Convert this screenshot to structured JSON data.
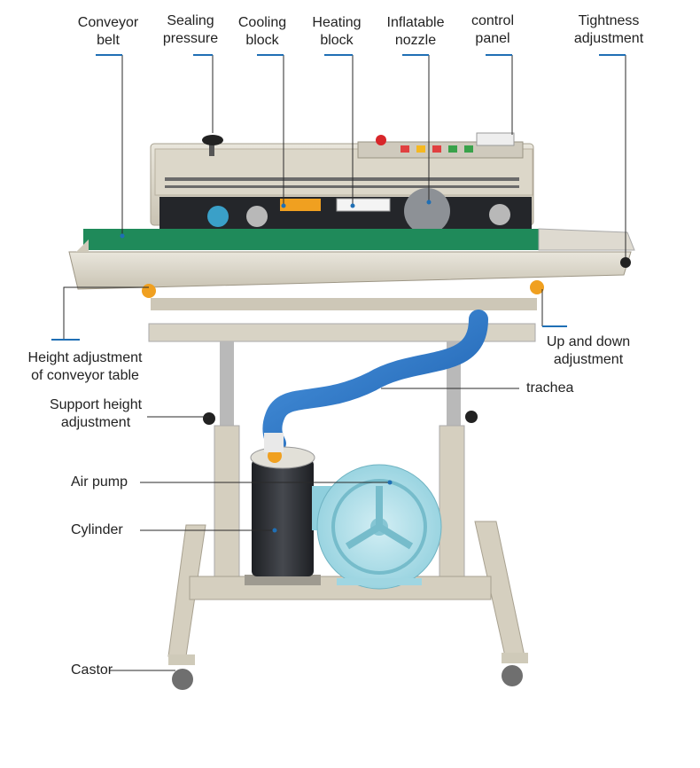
{
  "labels": {
    "conveyor_belt": [
      "Conveyor",
      "belt"
    ],
    "sealing_pressure": [
      "Sealing",
      "pressure"
    ],
    "cooling_block": [
      "Cooling",
      "block"
    ],
    "heating_block": [
      "Heating",
      "block"
    ],
    "inflatable_nozzle": [
      "Inflatable",
      "nozzle"
    ],
    "control_panel": [
      "control",
      "panel"
    ],
    "tightness_adjustment": [
      "Tightness",
      "adjustment"
    ],
    "height_adjustment_table": [
      "Height adjustment",
      "of conveyor table"
    ],
    "up_down_adjustment": [
      "Up and down",
      "adjustment"
    ],
    "trachea": [
      "trachea"
    ],
    "support_height_adjustment": [
      "Support height",
      "adjustment"
    ],
    "air_pump": [
      "Air pump"
    ],
    "cylinder": [
      "Cylinder"
    ],
    "castor": [
      "Castor"
    ]
  },
  "colors": {
    "leader_line": "#1f6fb5",
    "machine_body": "#d9d4c6",
    "conveyor": "#1f8a5a",
    "hose": "#2f7fd0",
    "pump": "#a9dbe6",
    "cylinder": "#2d2f34"
  }
}
